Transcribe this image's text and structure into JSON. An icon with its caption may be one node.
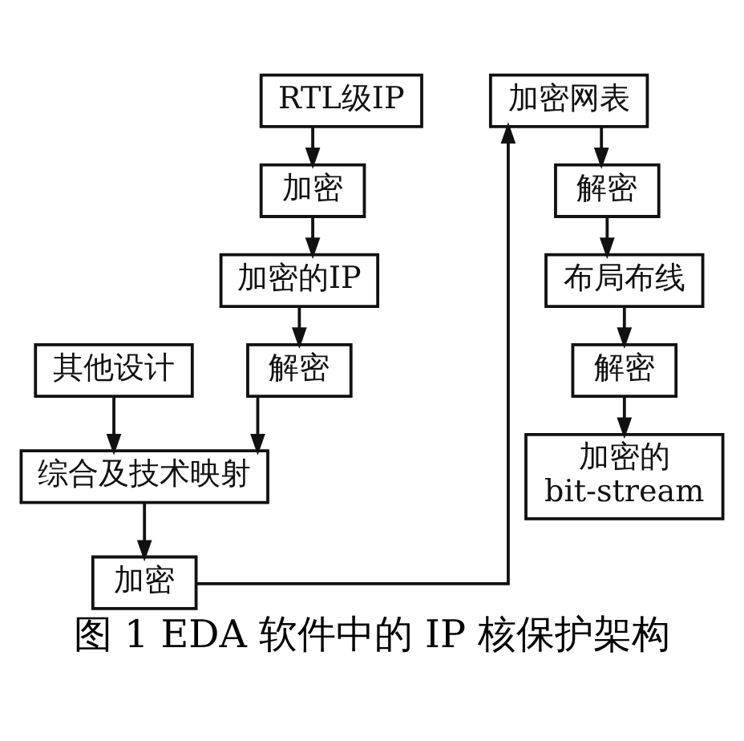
{
  "diagram": {
    "caption": "图 1 EDA 软件中的 IP 核保护架构",
    "nodes": [
      {
        "text": [
          "RTL级IP"
        ]
      },
      {
        "text": [
          "加密"
        ]
      },
      {
        "text": [
          "加密的IP"
        ]
      },
      {
        "text": [
          "其他设计"
        ]
      },
      {
        "text": [
          "解密"
        ]
      },
      {
        "text": [
          "综合及技术映射"
        ]
      },
      {
        "text": [
          "加密"
        ]
      },
      {
        "text": [
          "加密网表"
        ]
      },
      {
        "text": [
          "解密"
        ]
      },
      {
        "text": [
          "布局布线"
        ]
      },
      {
        "text": [
          "解密"
        ]
      },
      {
        "text": [
          "加密的 bit-stream"
        ]
      }
    ],
    "edges": [
      {
        "from": 0,
        "to": 1,
        "arrow": "to"
      },
      {
        "from": 1,
        "to": 2,
        "arrow": "to"
      },
      {
        "from": 2,
        "to": 4,
        "arrow": "to"
      },
      {
        "from": 3,
        "to": 5,
        "arrow": "to"
      },
      {
        "from": 4,
        "to": 5,
        "arrow": "to"
      },
      {
        "from": 5,
        "to": 6,
        "arrow": "to"
      },
      {
        "from": 6,
        "to": 7,
        "arrow": "to"
      },
      {
        "from": 7,
        "to": 8,
        "arrow": "to"
      },
      {
        "from": 8,
        "to": 9,
        "arrow": "to"
      },
      {
        "from": 9,
        "to": 10,
        "arrow": "to"
      },
      {
        "from": 10,
        "to": 11,
        "arrow": "to"
      }
    ]
  }
}
